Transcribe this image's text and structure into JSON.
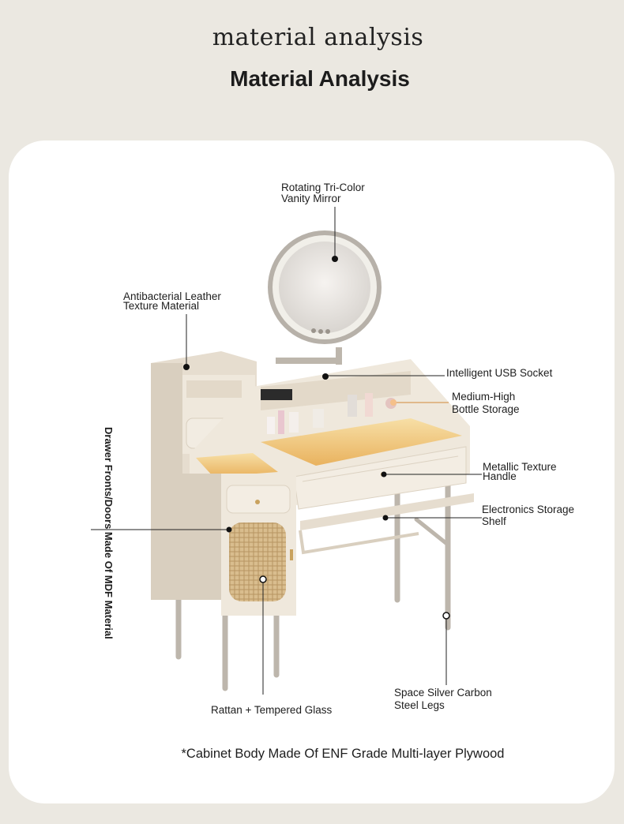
{
  "header": {
    "script_title": "material analysis",
    "title": "Material Analysis"
  },
  "labels": {
    "mirror": [
      "Rotating Tri-Color",
      "Vanity Mirror"
    ],
    "leather": [
      "Antibacterial Leather",
      "Texture Material"
    ],
    "usb": [
      "Intelligent USB Socket"
    ],
    "bottle": [
      "Medium-High",
      "Bottle Storage"
    ],
    "handle": [
      "Metallic Texture",
      "Handle"
    ],
    "shelf": [
      "Electronics Storage",
      "Shelf"
    ],
    "drawer_fronts": "Drawer Fronts/Doors Made Of MDF Material",
    "rattan": [
      "Rattan + Tempered Glass"
    ],
    "legs": [
      "Space Silver Carbon",
      "Steel Legs"
    ]
  },
  "footnote": "*Cabinet Body Made Of ENF Grade Multi-layer Plywood",
  "colors": {
    "background": "#ebe8e1",
    "card": "#ffffff",
    "furniture": "#efe8dc",
    "furniture_shadow": "#d9cfbf",
    "glow": "#f2c97a",
    "rattan": "#d6b98a",
    "metal": "#bdb6ac"
  }
}
